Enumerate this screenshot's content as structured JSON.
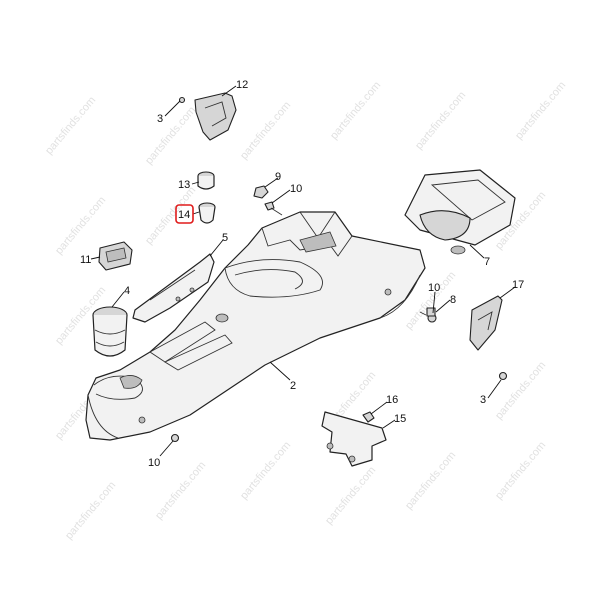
{
  "diagram": {
    "watermark_text": "partsfinds.com",
    "highlight_color": "#e01b1b",
    "highlighted_callout": "14",
    "callouts": [
      {
        "id": "12",
        "label": "12"
      },
      {
        "id": "3a",
        "label": "3"
      },
      {
        "id": "13",
        "label": "13"
      },
      {
        "id": "14",
        "label": "14"
      },
      {
        "id": "9",
        "label": "9"
      },
      {
        "id": "10a",
        "label": "10"
      },
      {
        "id": "5",
        "label": "5"
      },
      {
        "id": "11",
        "label": "11"
      },
      {
        "id": "4",
        "label": "4"
      },
      {
        "id": "7",
        "label": "7"
      },
      {
        "id": "10b",
        "label": "10"
      },
      {
        "id": "8",
        "label": "8"
      },
      {
        "id": "17",
        "label": "17"
      },
      {
        "id": "2",
        "label": "2"
      },
      {
        "id": "3b",
        "label": "3"
      },
      {
        "id": "16",
        "label": "16"
      },
      {
        "id": "15",
        "label": "15"
      },
      {
        "id": "10c",
        "label": "10"
      }
    ]
  }
}
